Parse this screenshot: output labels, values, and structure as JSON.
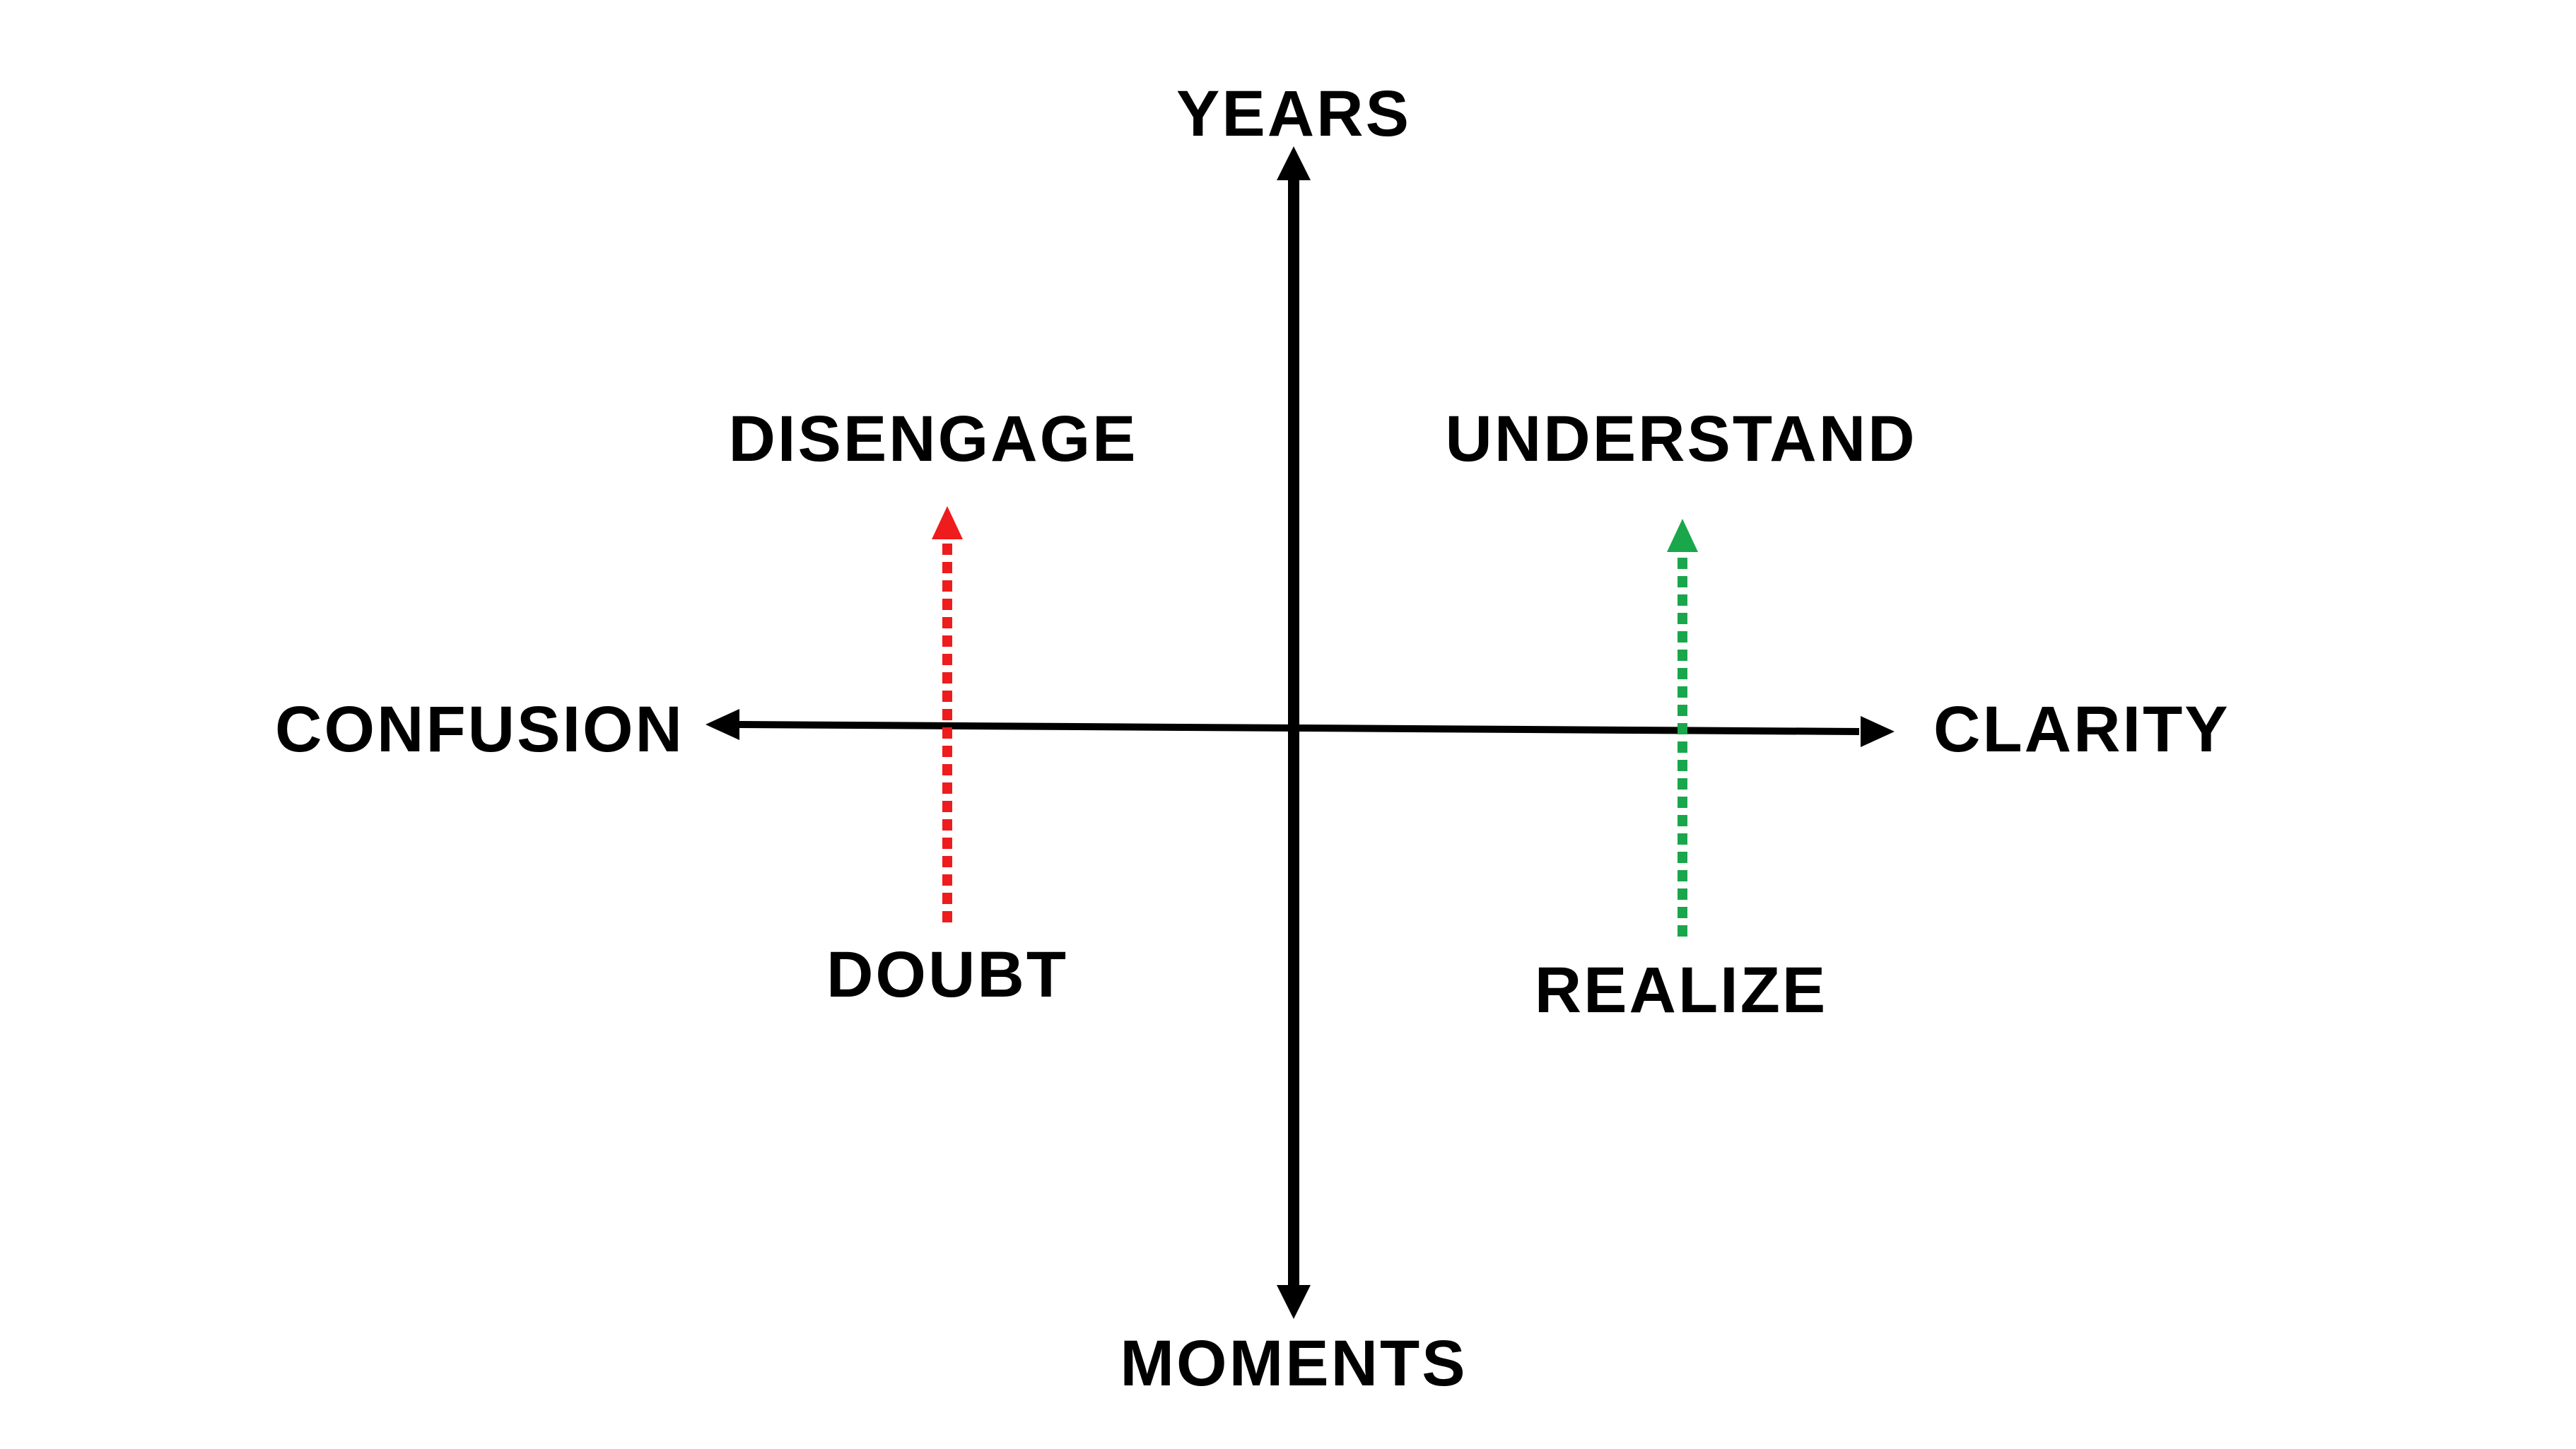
{
  "axes": {
    "top": "YEARS",
    "bottom": "MOMENTS",
    "left": "CONFUSION",
    "right": "CLARITY"
  },
  "quadrants": {
    "top_left": "DISENGAGE",
    "top_right": "UNDERSTAND"
  },
  "arrows": {
    "left": {
      "start_label": "DOUBT",
      "end_label": "DISENGAGE",
      "color": "#ee1c1c",
      "style": "dotted"
    },
    "right": {
      "start_label": "REALIZE",
      "end_label": "UNDERSTAND",
      "color": "#1aa64b",
      "style": "dotted"
    }
  },
  "colors": {
    "axis": "#000000",
    "text": "#000000",
    "background": "#ffffff"
  }
}
